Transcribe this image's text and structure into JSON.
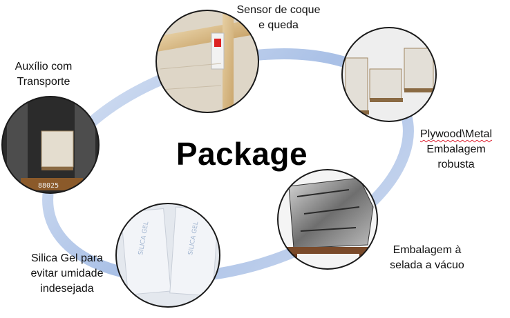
{
  "title": "Package",
  "items": [
    {
      "line1": "Sensor de coque",
      "line2": "e queda"
    },
    {
      "line1": "Plywood\\Metal",
      "line2": "Embalagem",
      "line3": "robusta"
    },
    {
      "line1": "Embalagem à",
      "line2": "selada a vácuo"
    },
    {
      "line1": "Silica Gel para",
      "line2": "evitar umidade",
      "line3": "indesejada"
    },
    {
      "line1": "Auxílio com",
      "line2": "Transporte"
    }
  ],
  "colors": {
    "ring": "#b8c9e8",
    "ring_edge": "#8eaad8",
    "circle_border": "#1a1a1a",
    "text": "#111111"
  }
}
